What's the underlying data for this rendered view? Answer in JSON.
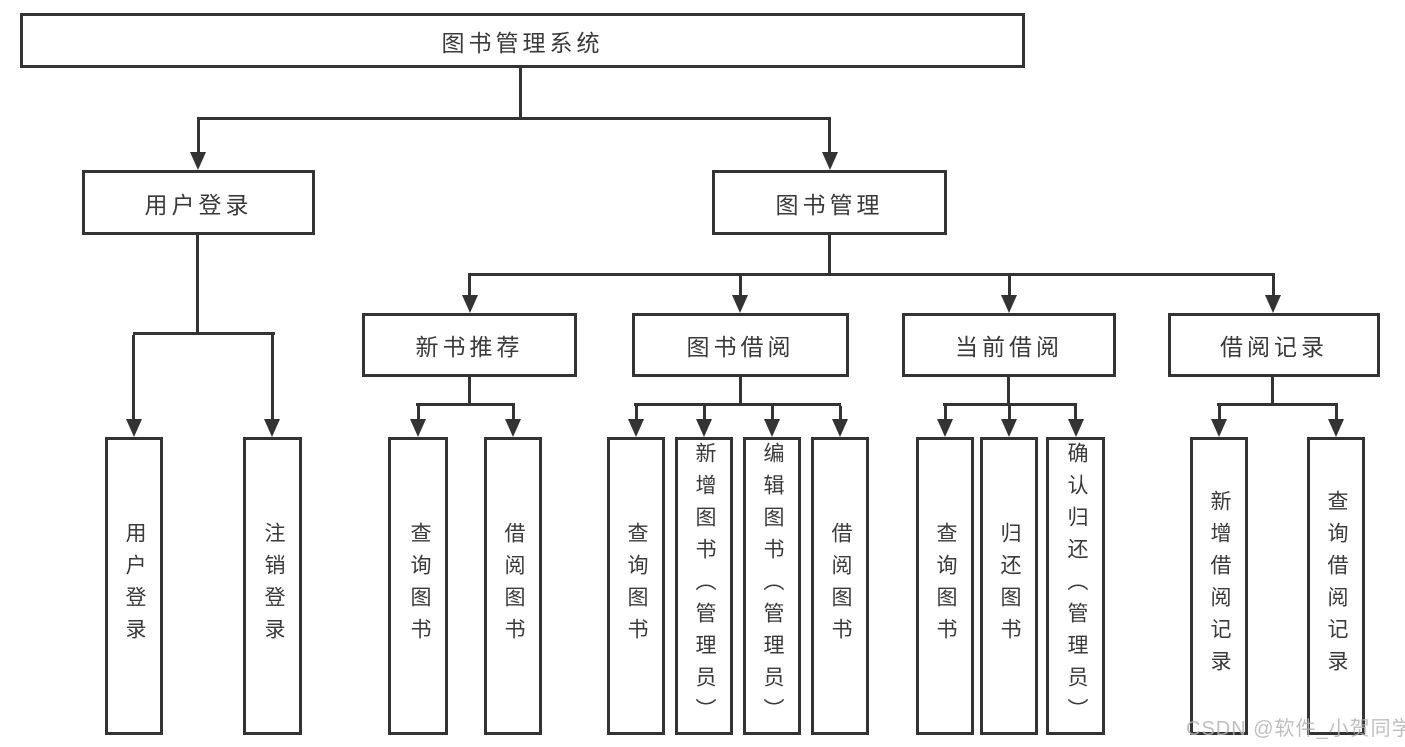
{
  "diagram": {
    "type": "hierarchy-tree",
    "title": "图书管理系统"
  },
  "tree": {
    "label": "图书管理系统",
    "children": [
      {
        "label": "用户登录",
        "children": [
          {
            "label": "用户登录"
          },
          {
            "label": "注销登录"
          }
        ]
      },
      {
        "label": "图书管理",
        "children": [
          {
            "label": "新书推荐",
            "children": [
              {
                "label": "查询图书"
              },
              {
                "label": "借阅图书"
              }
            ]
          },
          {
            "label": "图书借阅",
            "children": [
              {
                "label": "查询图书"
              },
              {
                "label": "新增图书（管理员）"
              },
              {
                "label": "编辑图书（管理员）"
              },
              {
                "label": "借阅图书"
              }
            ]
          },
          {
            "label": "当前借阅",
            "children": [
              {
                "label": "查询图书"
              },
              {
                "label": "归还图书"
              },
              {
                "label": "确认归还（管理员）"
              }
            ]
          },
          {
            "label": "借阅记录",
            "children": [
              {
                "label": "新增借阅记录"
              },
              {
                "label": "查询借阅记录"
              }
            ]
          }
        ]
      }
    ]
  },
  "watermark": {
    "text": "CSDN @软件_小贺同学"
  },
  "colors": {
    "line": "#333333",
    "text": "#3a3a3a",
    "watermark": "#b5b5b5",
    "bg": "#ffffff"
  }
}
